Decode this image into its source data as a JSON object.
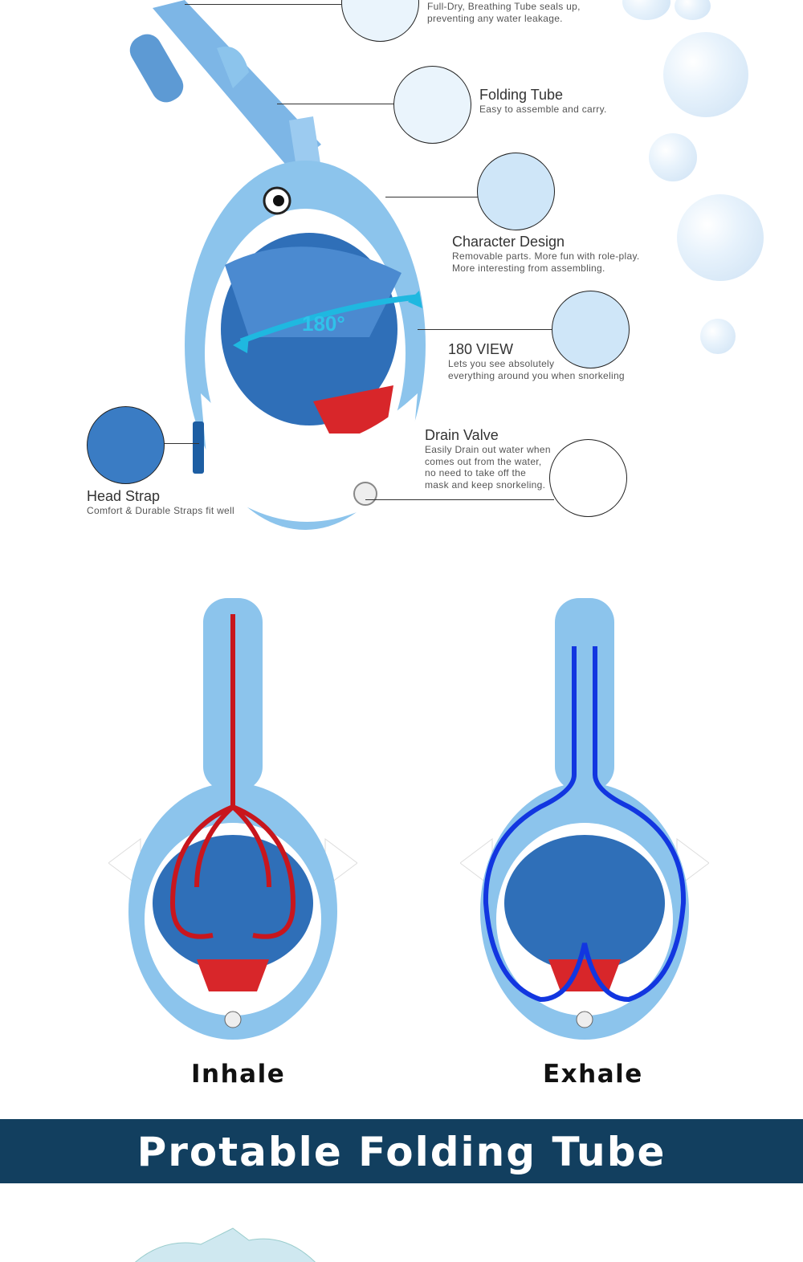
{
  "features": [
    {
      "title": "",
      "desc": [
        "Full-Dry, Breathing Tube seals up,",
        "preventing any water leakage."
      ]
    },
    {
      "title": "Folding Tube",
      "desc": [
        "Easy to assemble and carry."
      ]
    },
    {
      "title": "Character Design",
      "desc": [
        "Removable parts. More fun with role-play.",
        "More interesting from assembling."
      ]
    },
    {
      "title": "180 VIEW",
      "desc": [
        "Lets you see absolutely",
        "everything around you when snorkeling"
      ]
    },
    {
      "title": "Drain Valve",
      "desc": [
        "Easily Drain out water when",
        "comes out from the water,",
        "no need to take off the",
        "mask and keep snorkeling."
      ]
    },
    {
      "title": "Head Strap",
      "desc": [
        "Comfort & Durable Straps fit well"
      ]
    }
  ],
  "view_badge": "180°",
  "flow": {
    "inhale": "Inhale",
    "exhale": "Exhale"
  },
  "banner": "Protable Folding Tube",
  "colors": {
    "mask_blue": "#8cc4ec",
    "banner": "#123f5f",
    "inhale": "#c8161d",
    "exhale": "#1236e0",
    "view_arrow": "#1fb8e0"
  }
}
